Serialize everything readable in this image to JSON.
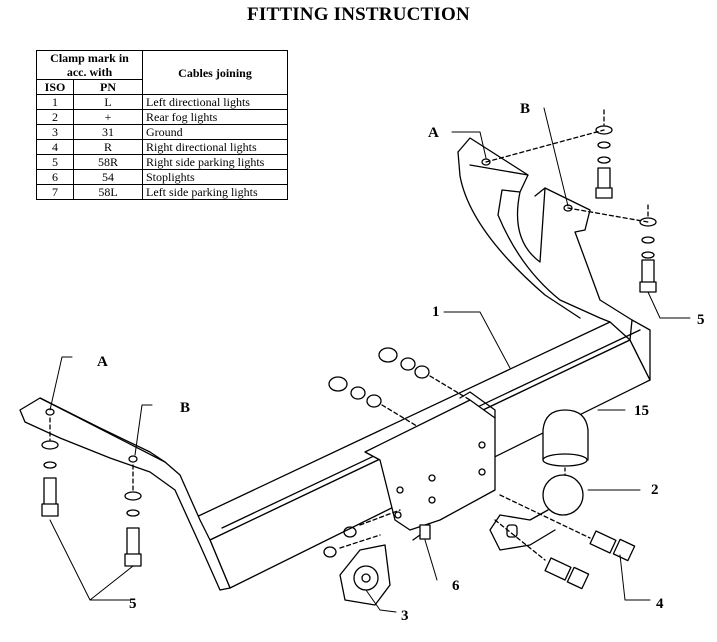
{
  "title": "FITTING INSTRUCTION",
  "table": {
    "header_group": "Clamp mark in acc. with",
    "header_iso": "ISO",
    "header_pn": "PN",
    "header_cables": "Cables joining",
    "rows": [
      {
        "iso": "1",
        "pn": "L",
        "desc": "Left directional lights"
      },
      {
        "iso": "2",
        "pn": "+",
        "desc": "Rear fog lights"
      },
      {
        "iso": "3",
        "pn": "31",
        "desc": "Ground"
      },
      {
        "iso": "4",
        "pn": "R",
        "desc": "Right directional lights"
      },
      {
        "iso": "5",
        "pn": "58R",
        "desc": "Right side parking lights"
      },
      {
        "iso": "6",
        "pn": "54",
        "desc": "Stoplights"
      },
      {
        "iso": "7",
        "pn": "58L",
        "desc": "Left side parking lights"
      }
    ]
  },
  "labels": {
    "a_right": "A",
    "b_right": "B",
    "a_left": "A",
    "b_left": "B",
    "one": "1",
    "two": "2",
    "three": "3",
    "four": "4",
    "five_right": "5",
    "five_left": "5",
    "six": "6",
    "fifteen": "15"
  }
}
